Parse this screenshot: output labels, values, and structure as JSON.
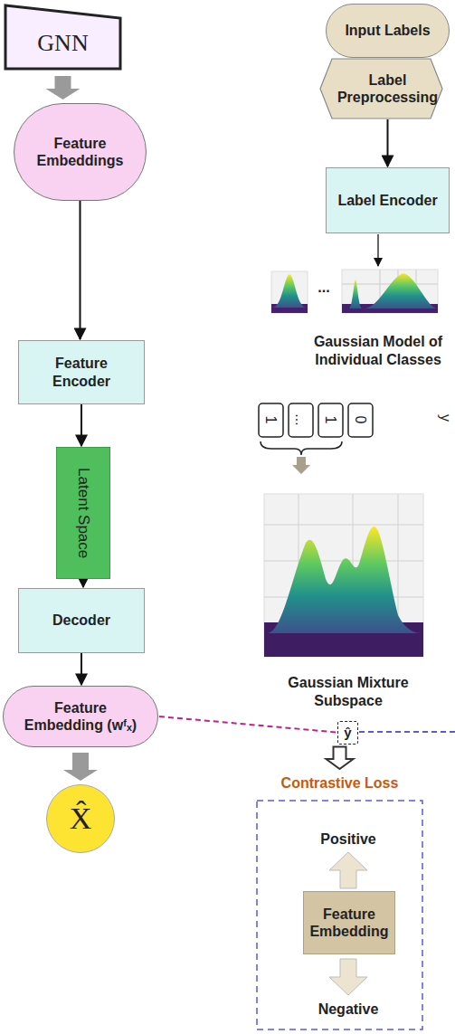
{
  "diagram": {
    "nodes": [
      {
        "text": [
          "GNN"
        ]
      },
      {
        "text": [
          "Feature Embeddings"
        ]
      },
      {
        "text": [
          "Input Labels"
        ]
      },
      {
        "text": [
          "Label Preprocessing"
        ]
      },
      {
        "text": [
          "Label Encoder"
        ]
      },
      {
        "text": [
          "Feature Encoder"
        ]
      },
      {
        "text": [
          "Latent Space"
        ]
      },
      {
        "text": [
          "Decoder"
        ]
      },
      {
        "text": [
          "Feature Embedding (wᶠₓ)"
        ]
      },
      {
        "text": [
          "ŷ"
        ]
      },
      {
        "text": [
          "X̂"
        ]
      },
      {
        "text": [
          "Contrastive Loss"
        ]
      },
      {
        "text": [
          "Feature Embedding"
        ],
        "in": 11
      }
    ],
    "edges": [
      {
        "from": 0,
        "to": 1,
        "arrow": "to"
      },
      {
        "from": 1,
        "to": 5,
        "arrow": "to"
      },
      {
        "from": 5,
        "to": 6,
        "arrow": "to"
      },
      {
        "from": 6,
        "to": 7,
        "arrow": "to"
      },
      {
        "from": 7,
        "to": 8,
        "arrow": "to"
      },
      {
        "from": 8,
        "to": 10,
        "arrow": "to"
      },
      {
        "from": 3,
        "to": 4,
        "arrow": "to"
      },
      {
        "from": 8,
        "to": 9,
        "arrow": "none"
      },
      {
        "from": 9,
        "to": 11,
        "arrow": "to"
      }
    ],
    "labels": [
      "...",
      "Gaussian Model of Individual Classes",
      "1",
      "...",
      "1",
      "0",
      "y",
      "Gaussian Mixture Subspace",
      "Positive",
      "Negative"
    ]
  }
}
